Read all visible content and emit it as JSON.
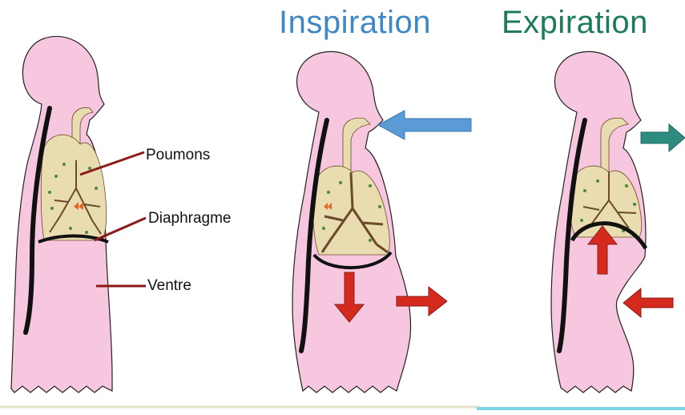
{
  "titles": {
    "inspiration": "Inspiration",
    "expiration": "Expiration"
  },
  "labels": {
    "poumons": "Poumons",
    "diaphragme": "Diaphragme",
    "ventre": "Ventre"
  },
  "colors": {
    "inspiration_title": "#3f88c5",
    "expiration_title": "#1e7a5e",
    "body_fill": "#f7c6df",
    "body_outline": "#222222",
    "spine": "#111111",
    "lung_fill": "#e8dcb0",
    "branch": "#6b4a2a",
    "leaf": "#4a8a3a",
    "pointer_line": "#8b1a1a",
    "inspiration_arrow": "#5b9bd5",
    "expiration_arrow": "#2e8b80",
    "movement_arrow": "#d42a1e",
    "ground_left": "#e6e2c8",
    "ground_right": "#7fd6e8"
  }
}
